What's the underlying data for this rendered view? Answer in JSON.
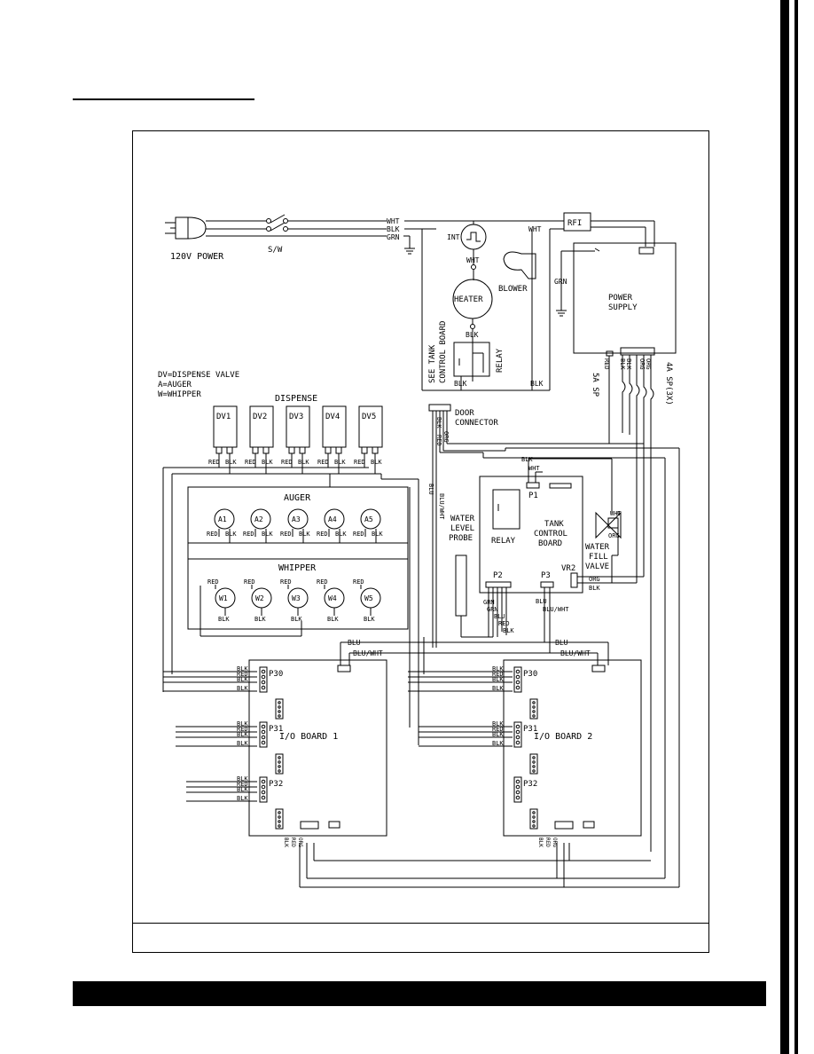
{
  "power": {
    "label": "120V POWER",
    "switch": "S/W",
    "wht": "WHT",
    "blk": "BLK",
    "grn": "GRN"
  },
  "tank_components": {
    "int": "INT",
    "heater": "HEATER",
    "blower": "BLOWER",
    "relay": "RELAY",
    "see_tank_1": "SEE TANK",
    "see_tank_2": "CONTROL BOARD",
    "rfi": "RFI",
    "wht1": "WHT",
    "wht2": "WHT",
    "blk1": "BLK",
    "blk2": "BLK",
    "blk3": "BLK"
  },
  "power_supply": {
    "title1": "POWER",
    "title2": "SUPPLY",
    "grn": "GRN",
    "fuse_5a": "5A  SP",
    "fuse_4a": "4A  SP(3X)",
    "red": "RED",
    "blk_a": "BLK",
    "blk_b": "BLK",
    "org_a": "ORG",
    "org_b": "ORG"
  },
  "legend": {
    "line1": "DV=DISPENSE VALVE",
    "line2": "A=AUGER",
    "line3": "W=WHIPPER"
  },
  "dispense": {
    "title": "DISPENSE",
    "valves": [
      "DV1",
      "DV2",
      "DV3",
      "DV4",
      "DV5"
    ],
    "red": "RED",
    "blk": "BLK"
  },
  "auger": {
    "title": "AUGER",
    "motors": [
      "A1",
      "A2",
      "A3",
      "A4",
      "A5"
    ]
  },
  "whipper": {
    "title": "WHIPPER",
    "motors": [
      "W1",
      "W2",
      "W3",
      "W4",
      "W5"
    ]
  },
  "door": {
    "label1": "DOOR",
    "label2": "CONNECTOR",
    "blk": "BLK",
    "red": "RED",
    "org": "ORG"
  },
  "water": {
    "probe1": "WATER",
    "probe2": "LEVEL",
    "probe3": "PROBE",
    "valve1": "WATER",
    "valve2": "FILL",
    "valve3": "VALVE",
    "wht": "WHT",
    "org": "ORG"
  },
  "tank_board": {
    "title1": "TANK",
    "title2": "CONTROL",
    "title3": "BOARD",
    "relay": "RELAY",
    "p1": "P1",
    "p2": "P2",
    "p3": "P3",
    "vr2": "VR2",
    "blk": "BLK",
    "wht": "WHT",
    "org": "ORG",
    "grn1": "GRN",
    "grn2": "GRN",
    "blu": "BLU",
    "red": "RED",
    "blk2": "BLK",
    "blu3": "BLU",
    "bluwht3": "BLU/WHT"
  },
  "bus": {
    "blu": "BLU",
    "bluwht": "BLU/WHT",
    "blu_v": "BLU",
    "bluwht_v": "BLU/WHT"
  },
  "io_board_1": {
    "title": "I/O BOARD 1",
    "p30": "P30",
    "p31": "P31",
    "p32": "P32",
    "bluwht": "BLU/WHT",
    "blk": "BLK",
    "red": "RED",
    "org": "ORG"
  },
  "io_board_2": {
    "title": "I/O BOARD 2",
    "p30": "P30",
    "p31": "P31",
    "p32": "P32",
    "bluwht": "BLU/WHT",
    "blk": "BLK",
    "red": "RED",
    "org": "ORG"
  }
}
